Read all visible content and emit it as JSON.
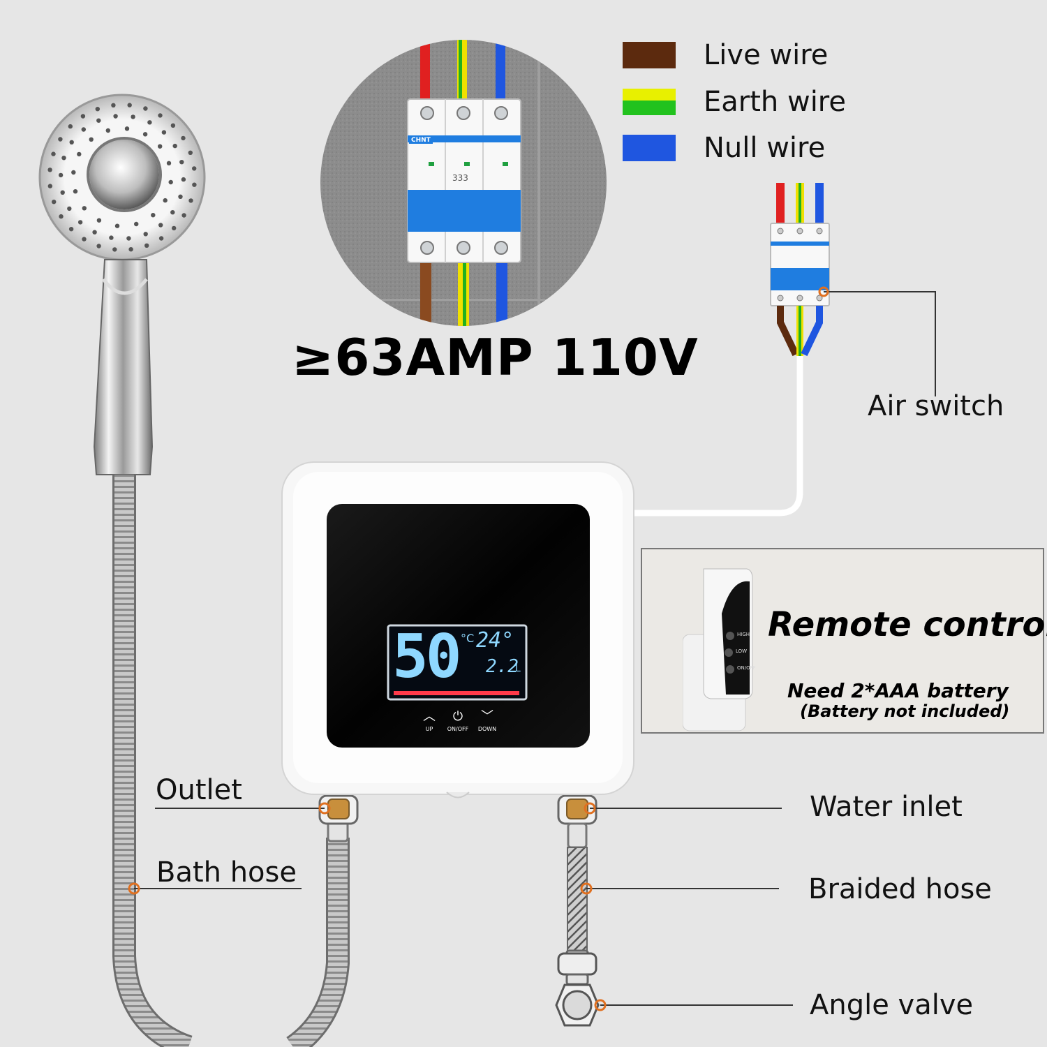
{
  "legend": [
    {
      "label": "Live wire",
      "color": "#5c2a0e",
      "swatch": "solid"
    },
    {
      "label": "Earth wire",
      "color": "#e8f000",
      "swatch": "stripe",
      "color2": "#22c21e"
    },
    {
      "label": "Null wire",
      "color": "#1f56e0",
      "swatch": "solid"
    }
  ],
  "spec": {
    "text": "≥63AMP  110V"
  },
  "breaker": {
    "brand": "CHNT",
    "mark": "333"
  },
  "display": {
    "temp": "50",
    "temp_unit": "°C",
    "small_top": "24°",
    "flow": "2.2",
    "flow_unit": "L"
  },
  "controls": {
    "up": "UP",
    "onoff": "ON/OFF",
    "down": "DOWN"
  },
  "labels": {
    "air_switch": "Air switch",
    "outlet": "Outlet",
    "bath_hose": "Bath hose",
    "water_inlet": "Water inlet",
    "braided_hose": "Braided hose",
    "angle_valve": "Angle valve"
  },
  "remote": {
    "title": "Remote control",
    "note1": "Need 2*AAA battery",
    "note2": "(Battery not included)",
    "buttons": [
      "HIGH",
      "LOW",
      "ON/OFF"
    ]
  },
  "colors": {
    "leader": "#333333",
    "marker": "#e07020",
    "panel": "#050505",
    "lcd": "#8fd8ff"
  }
}
